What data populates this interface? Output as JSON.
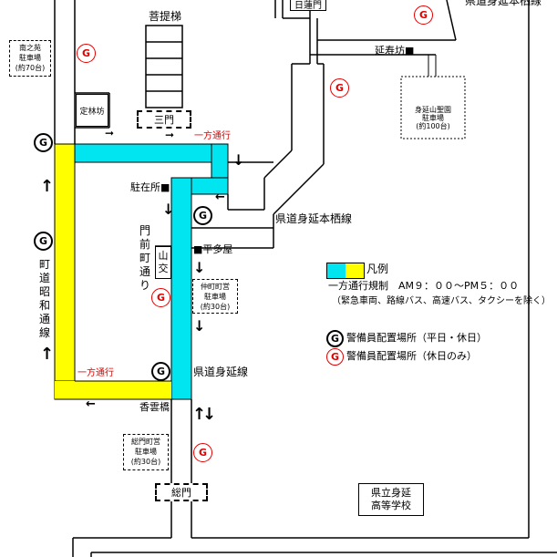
{
  "labels": {
    "bodai": "菩提梯",
    "hiraishimon": "日蓮門",
    "kenmi_top": "県道身延本栖線",
    "minanoen": "南之苑\n駐車場\n(約70台)",
    "teirinbo": "定林坊",
    "sanmon": "三門",
    "enjubo": "延寿坊■",
    "minobusan": "身延山聖園\n駐車場\n(約100台)",
    "ippo_top": "一方通行",
    "chuzaisho": "駐在所■",
    "monzen": "門前町通り",
    "yamako": "山交",
    "hiratayaa": "■平多屋",
    "nakamachi": "仲町町営\n駐車場\n(約30台)",
    "kendo_minobu_motosu": "県道身延本栖線",
    "machimichi": "町道昭和通線",
    "ippo_bottom": "一方通行",
    "kendo_minobu": "県道身延線",
    "kouunbashi": "香雲橋",
    "soumonmachi": "総門町営\n駐車場\n(約30台)",
    "soumon": "総門",
    "school": "県立身延\n高等学校"
  },
  "legend": {
    "title": "凡例",
    "rule": "一方通行規制　AM９：００〜PM５：００",
    "exception": "（緊急車両、路線バス、高速バス、タクシーを除く）",
    "guard_all": "警備員配置場所（平日・休日）",
    "guard_holiday": "警備員配置場所（休日のみ）"
  },
  "markers": {
    "g": "G"
  },
  "colors": {
    "cyan": "#00e5f0",
    "yellow": "#ffff00",
    "red": "#e00000",
    "line": "#000000"
  }
}
